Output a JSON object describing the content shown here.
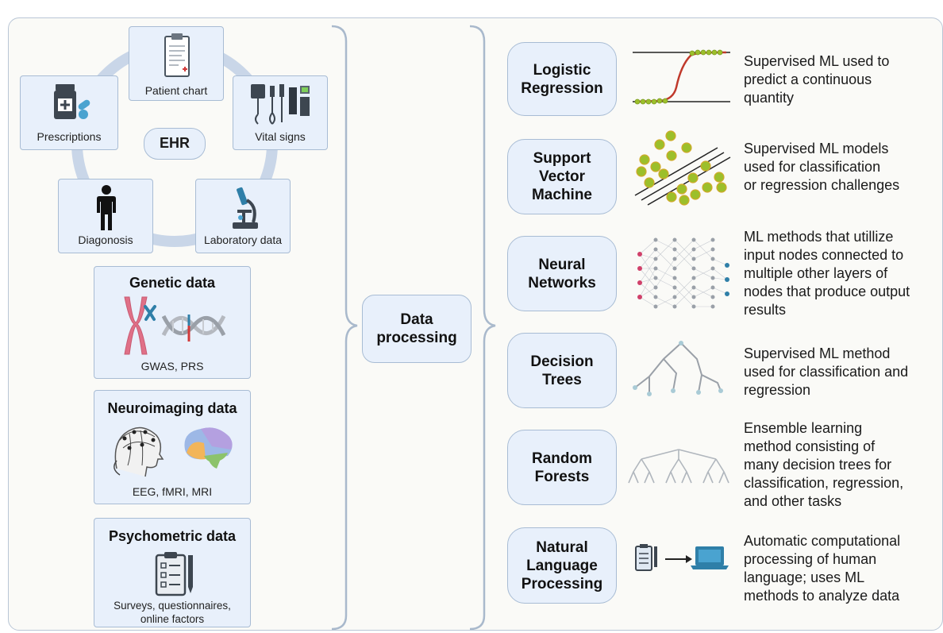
{
  "ehr": {
    "center_label": "EHR",
    "items": [
      {
        "label": "Patient chart",
        "icon": "clipboard-chart-icon"
      },
      {
        "label": "Vital signs",
        "icon": "vital-signs-monitor-icon"
      },
      {
        "label": "Laboratory data",
        "icon": "microscope-icon"
      },
      {
        "label": "Diagonosis",
        "icon": "person-icon"
      },
      {
        "label": "Prescriptions",
        "icon": "medicine-bottle-icon"
      }
    ]
  },
  "genetic": {
    "title": "Genetic data",
    "caption": "GWAS, PRS",
    "icons": [
      "chromosome-icon",
      "dna-icon"
    ]
  },
  "neuro": {
    "title": "Neuroimaging data",
    "caption": "EEG, fMRI, MRI",
    "icons": [
      "eeg-head-icon",
      "brain-icon"
    ]
  },
  "psycho": {
    "title": "Psychometric data",
    "caption_line1": "Surveys, questionnaires,",
    "caption_line2": "online factors",
    "icons": [
      "survey-clipboard-icon"
    ]
  },
  "center": {
    "label": "Data\nprocessing"
  },
  "methods": [
    {
      "name": "Logistic\nRegression",
      "icon": "sigmoid-curve-icon",
      "desc": "Supervised ML used to\npredict a continuous\nquantity"
    },
    {
      "name": "Support\nVector\nMachine",
      "icon": "svm-scatter-icon",
      "desc": "Supervised ML models\nused for classification\nor regression challenges"
    },
    {
      "name": "Neural\nNetworks",
      "icon": "neural-network-icon",
      "desc": "ML methods that utillize\ninput nodes connected to\nmultiple other layers of\nnodes that produce output\nresults"
    },
    {
      "name": "Decision\nTrees",
      "icon": "decision-tree-icon",
      "desc": "Supervised ML method\nused for classification and\nregression"
    },
    {
      "name": "Random\nForests",
      "icon": "random-forest-icon",
      "desc": "Ensemble learning\nmethod consisting of\nmany decision trees for\nclassification, regression,\nand other tasks"
    },
    {
      "name": "Natural\nLanguage\nProcessing",
      "icon": "document-to-laptop-icon",
      "desc": "Automatic computational\nprocessing of human\nlanguage; uses ML\nmethods to analyze data"
    }
  ],
  "colors": {
    "box_fill": "#e8f0fb",
    "box_border": "#a8bcd4",
    "ring": "#c9d6e8",
    "sigmoid": "#c0392b",
    "ball": "#9cbf2b",
    "tree": "#a9cbd6"
  }
}
